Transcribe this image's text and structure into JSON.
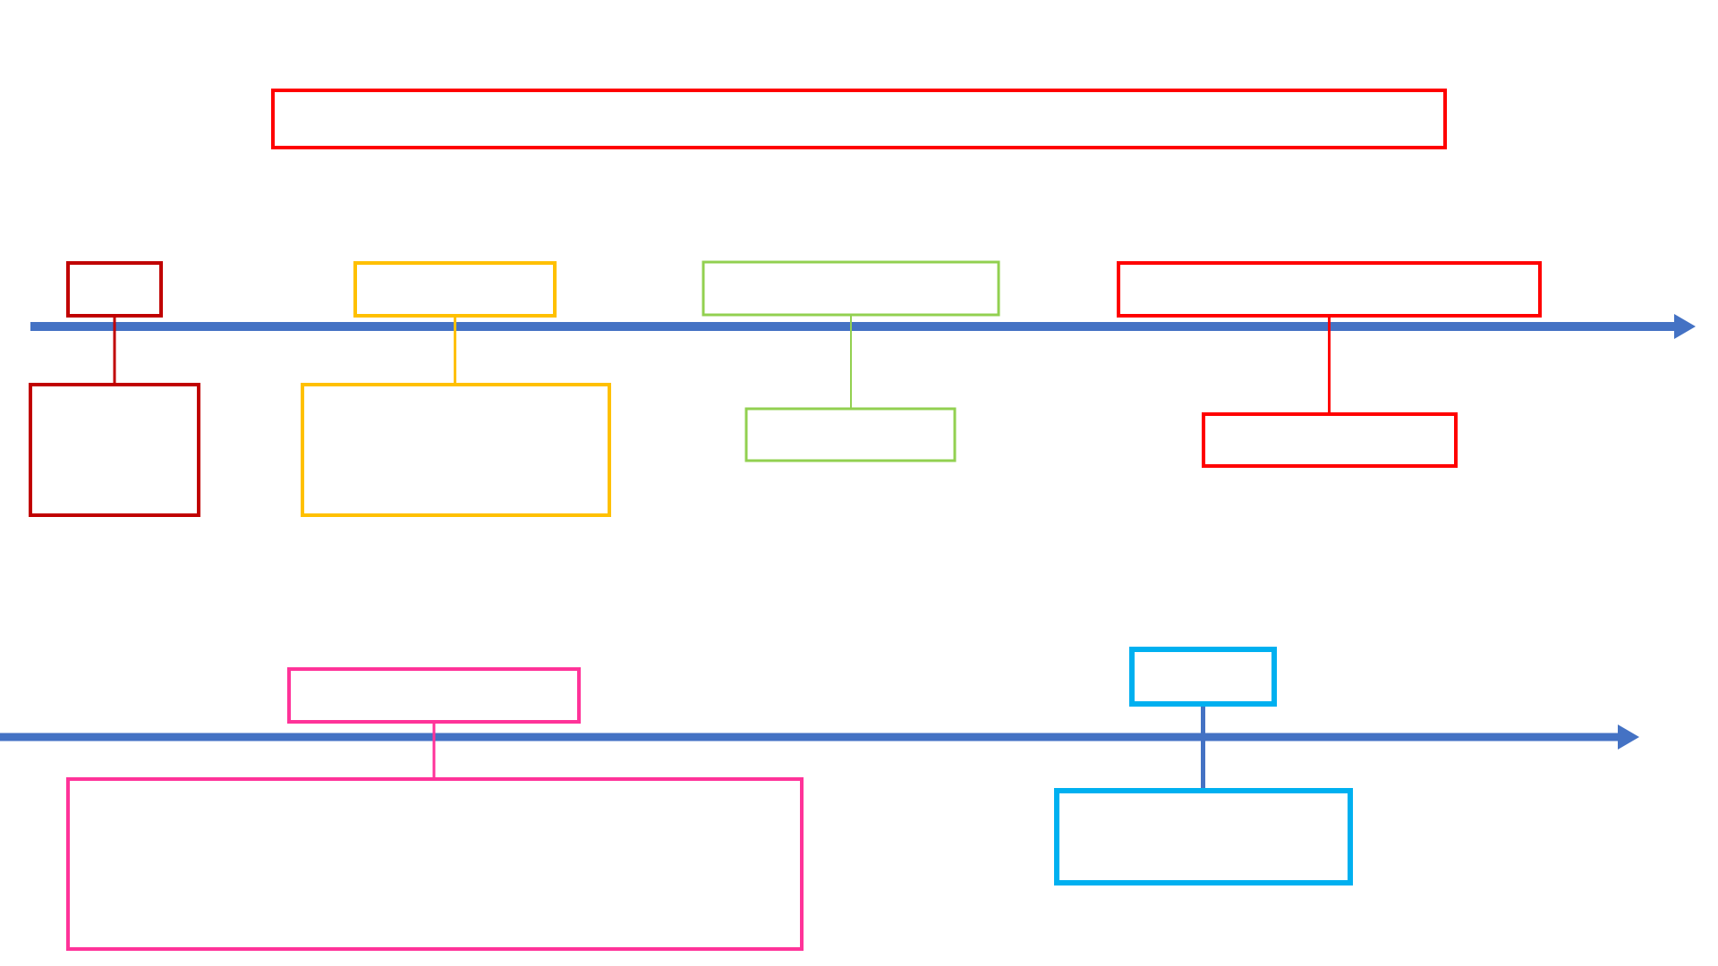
{
  "colors": {
    "background": "#ffffff",
    "timeline_arrow": "#4472c4",
    "dark_red": "#c00000",
    "yellow": "#ffc000",
    "green": "#92d050",
    "red": "#ff0000",
    "pink": "#ff3399",
    "cyan": "#00b0f0"
  },
  "diagram": {
    "title_box": {
      "label": "",
      "color_key": "red"
    },
    "timelines": [
      {
        "id": "upper-timeline",
        "milestones": [
          {
            "id": "milestone-1",
            "color_key": "dark_red",
            "top_label": "",
            "bottom_label": ""
          },
          {
            "id": "milestone-2",
            "color_key": "yellow",
            "top_label": "",
            "bottom_label": ""
          },
          {
            "id": "milestone-3",
            "color_key": "green",
            "top_label": "",
            "bottom_label": ""
          },
          {
            "id": "milestone-4",
            "color_key": "red",
            "top_label": "",
            "bottom_label": ""
          }
        ]
      },
      {
        "id": "lower-timeline",
        "milestones": [
          {
            "id": "milestone-5",
            "color_key": "pink",
            "top_label": "",
            "bottom_label": ""
          },
          {
            "id": "milestone-6",
            "color_key": "cyan",
            "top_label": "",
            "bottom_label": ""
          }
        ]
      }
    ]
  }
}
